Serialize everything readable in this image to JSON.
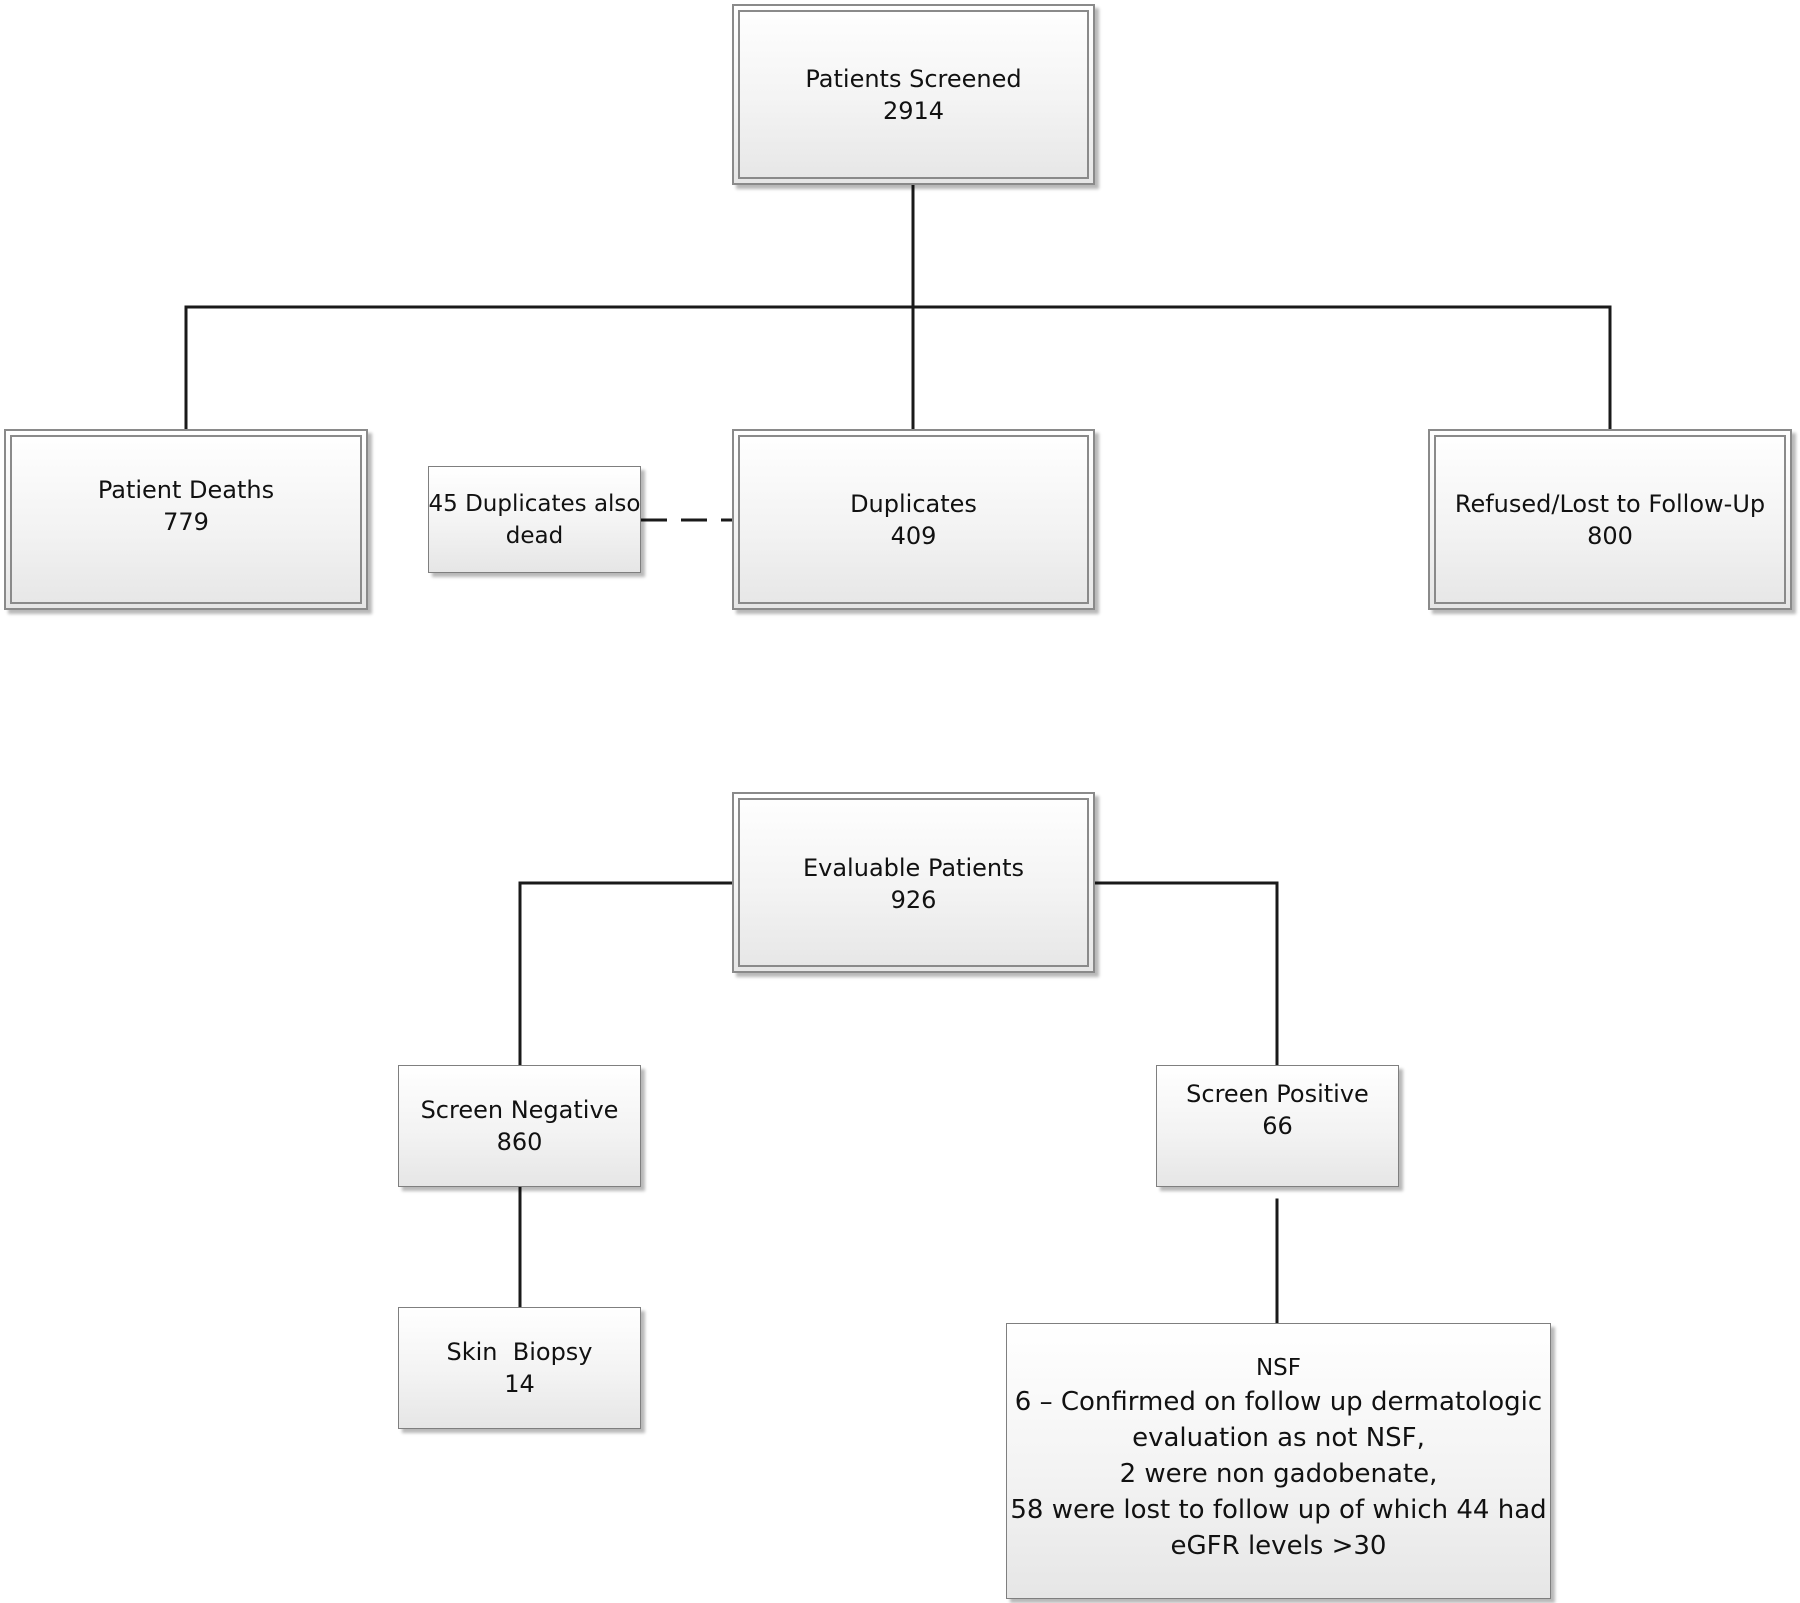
{
  "nodes": {
    "patients_screened": {
      "title": "Patients Screened",
      "count": "2914"
    },
    "patient_deaths": {
      "title": "Patient Deaths",
      "count": "779"
    },
    "duplicates_also_dead": {
      "line1": "45 Duplicates also",
      "line2": "dead"
    },
    "duplicates": {
      "title": "Duplicates",
      "count": "409"
    },
    "refused_lost": {
      "title": "Refused/Lost to Follow-Up",
      "count": "800"
    },
    "evaluable_patients": {
      "title": "Evaluable Patients",
      "count": "926"
    },
    "screen_negative": {
      "title": "Screen Negative",
      "count": "860"
    },
    "screen_positive": {
      "title": "Screen Positive",
      "count": "66"
    },
    "skin_biopsy": {
      "title": "Skin  Biopsy",
      "count": "14"
    },
    "nsf": {
      "title": "NSF",
      "lines": [
        "6 – Confirmed on follow up dermatologic",
        "evaluation as not NSF,",
        "2 were non gadobenate,",
        "58 were lost to follow up of which 44 had",
        "eGFR levels >30"
      ]
    }
  },
  "colors": {
    "line": "#1a1a1a",
    "box_border": "#8a8a8a",
    "box_fill_top": "#ffffff",
    "box_fill_bottom": "#e6e6e6"
  }
}
